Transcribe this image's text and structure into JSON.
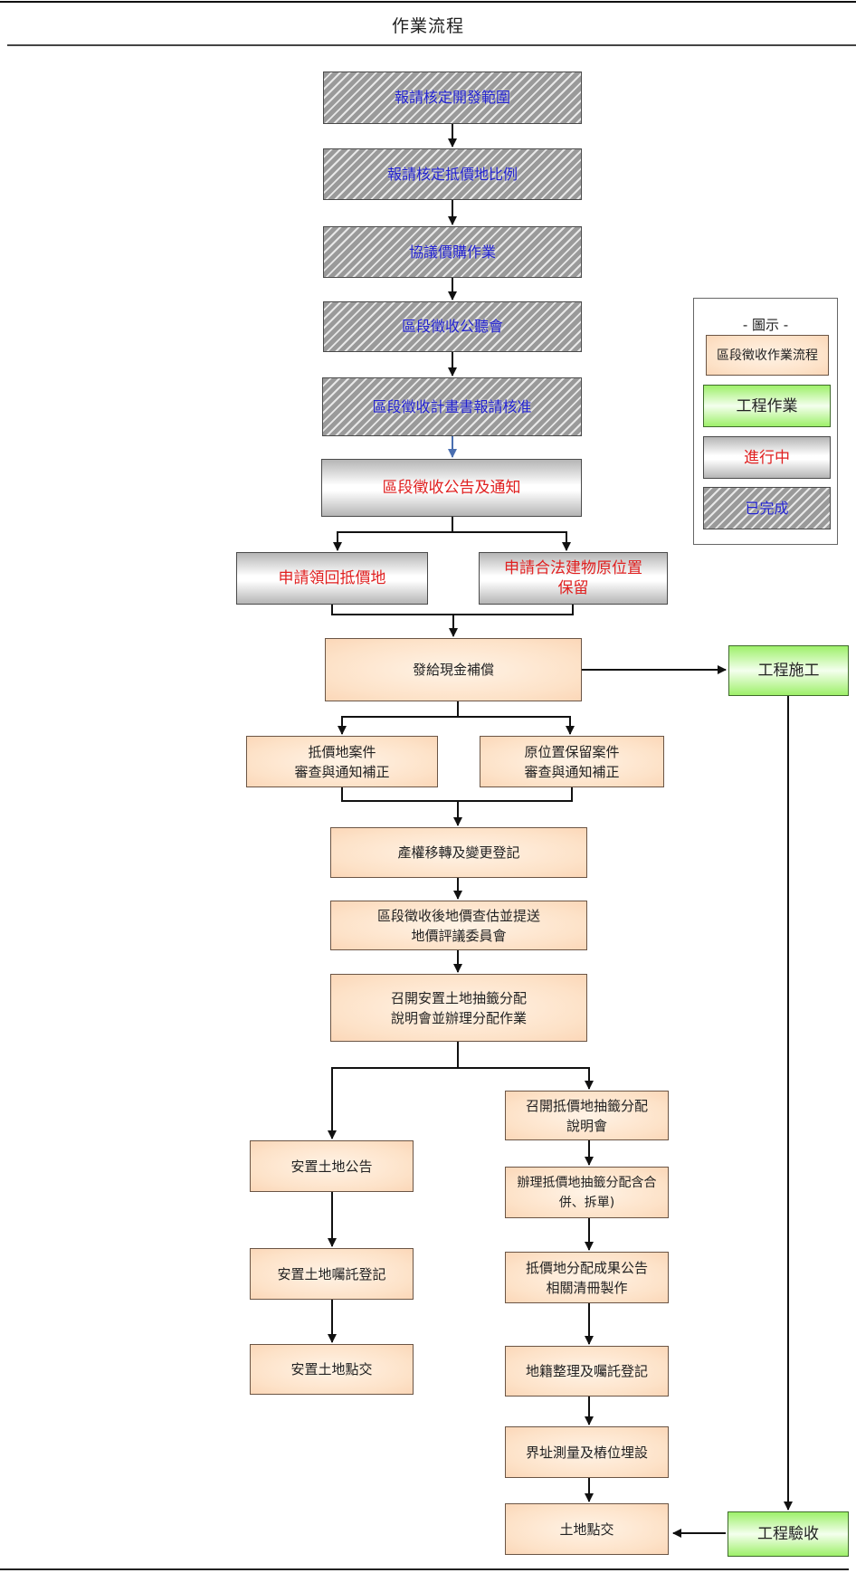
{
  "page": {
    "title": "作業流程"
  },
  "legend": {
    "title": "- 圖示 -",
    "items": [
      {
        "label": "區段徵收作業流程",
        "style": "flow"
      },
      {
        "label": "工程作業",
        "style": "engineering"
      },
      {
        "label": "進行中",
        "style": "in-progress"
      },
      {
        "label": "已完成",
        "style": "completed"
      }
    ]
  },
  "colors": {
    "completed_text": "#2020d0",
    "in_progress_text": "#e02020",
    "flow_fill": "#fde2c8",
    "engineering_fill": "#9ef06a"
  },
  "steps": {
    "s1": {
      "label": "報請核定開發範圍",
      "status": "completed"
    },
    "s2": {
      "label": "報請核定抵價地比例",
      "status": "completed"
    },
    "s3": {
      "label": "協議價購作業",
      "status": "completed"
    },
    "s4": {
      "label": "區段徵收公聽會",
      "status": "completed"
    },
    "s5": {
      "label": "區段徵收計畫書報請核准",
      "status": "completed"
    },
    "s6": {
      "label": "區段徵收公告及通知",
      "status": "in-progress"
    },
    "s7a": {
      "label": "申請領回抵價地",
      "status": "in-progress"
    },
    "s7b": {
      "label": "申請合法建物原位置\n保留",
      "status": "in-progress"
    },
    "s8": {
      "label": "發給現金補償",
      "status": "flow"
    },
    "s9a": {
      "label": "抵價地案件\n審查與通知補正",
      "status": "flow"
    },
    "s9b": {
      "label": "原位置保留案件\n審查與通知補正",
      "status": "flow"
    },
    "s10": {
      "label": "產權移轉及變更登記",
      "status": "flow"
    },
    "s11": {
      "label": "區段徵收後地價查估並提送\n地價評議委員會",
      "status": "flow"
    },
    "s12": {
      "label": "召開安置土地抽籤分配\n說明會並辦理分配作業",
      "status": "flow"
    },
    "l1": {
      "label": "安置土地公告",
      "status": "flow"
    },
    "l2": {
      "label": "安置土地囑託登記",
      "status": "flow"
    },
    "l3": {
      "label": "安置土地點交",
      "status": "flow"
    },
    "r1": {
      "label": "召開抵價地抽籤分配\n說明會",
      "status": "flow"
    },
    "r2": {
      "label": "辦理抵價地抽籤分配含合\n併、拆單)",
      "status": "flow"
    },
    "r3": {
      "label": "抵價地分配成果公告\n相關清冊製作",
      "status": "flow"
    },
    "r4": {
      "label": "地籍整理及囑託登記",
      "status": "flow"
    },
    "r5": {
      "label": "界址測量及樁位埋設",
      "status": "flow"
    },
    "r6": {
      "label": "土地點交",
      "status": "flow"
    },
    "e1": {
      "label": "工程施工",
      "status": "engineering"
    },
    "e2": {
      "label": "工程驗收",
      "status": "engineering"
    }
  }
}
